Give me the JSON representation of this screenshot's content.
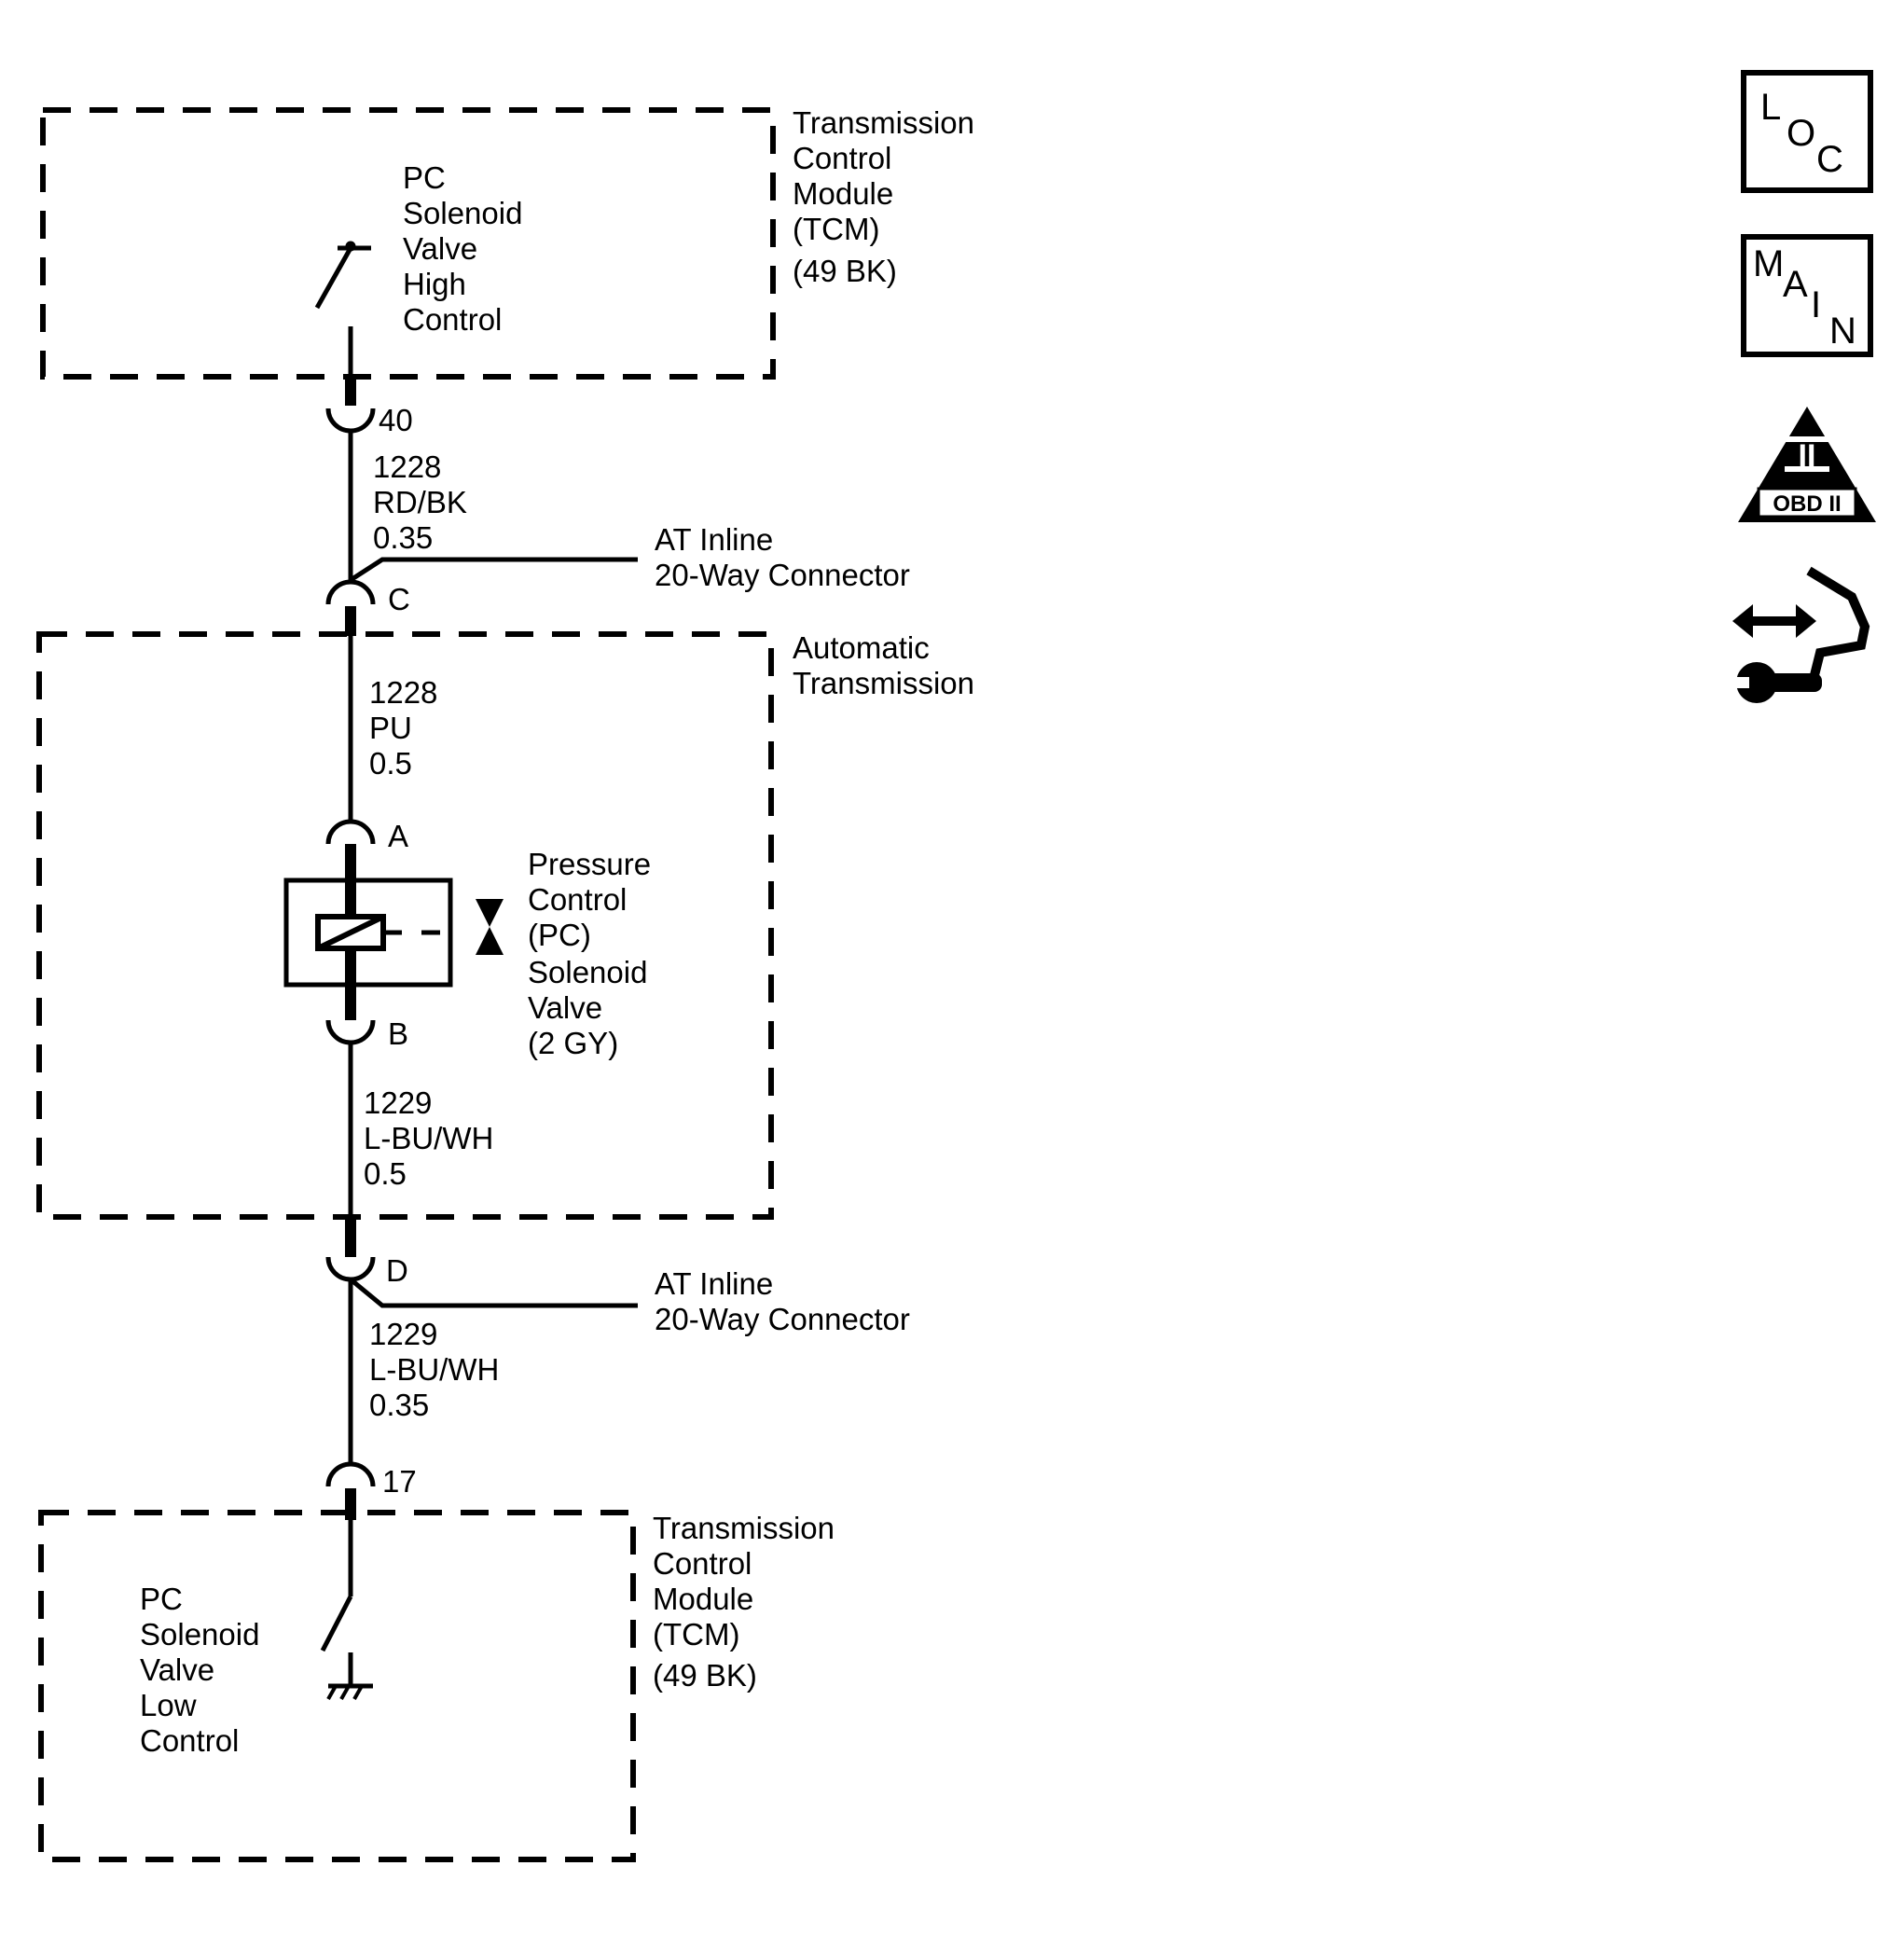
{
  "modules": {
    "tcm_top": {
      "title": [
        "Transmission",
        "Control",
        "Module",
        "(TCM)",
        "(49 BK)"
      ],
      "switch_label": [
        "PC",
        "Solenoid",
        "Valve",
        "High",
        "Control"
      ]
    },
    "transmission": {
      "title": [
        "Automatic",
        "Transmission"
      ]
    },
    "tcm_bottom": {
      "title": [
        "Transmission",
        "Control",
        "Module",
        "(TCM)",
        "(49 BK)"
      ],
      "switch_label": [
        "PC",
        "Solenoid",
        "Valve",
        "Low",
        "Control"
      ]
    }
  },
  "pins": {
    "tcm_high": "40",
    "inline_top": "C",
    "solenoid_a": "A",
    "solenoid_b": "B",
    "inline_bottom": "D",
    "tcm_low": "17"
  },
  "wires": {
    "w1": [
      "1228",
      "RD/BK",
      "0.35"
    ],
    "w2": [
      "1228",
      "PU",
      "0.5"
    ],
    "w3": [
      "1229",
      "L-BU/WH",
      "0.5"
    ],
    "w4": [
      "1229",
      "L-BU/WH",
      "0.35"
    ]
  },
  "connectors": {
    "top": [
      "AT Inline",
      "20-Way Connector"
    ],
    "bottom": [
      "AT Inline",
      "20-Way Connector"
    ]
  },
  "solenoid": {
    "label": [
      "Pressure",
      "Control",
      "(PC)",
      "Solenoid",
      "Valve",
      "(2 GY)"
    ]
  },
  "nav": {
    "loc": [
      "L",
      "O",
      "C"
    ],
    "main": [
      "M",
      "A",
      "I",
      "N"
    ],
    "obd_numeral": "II",
    "obd_text": "OBD II",
    "service_icon": "connector-wrench-icon"
  }
}
